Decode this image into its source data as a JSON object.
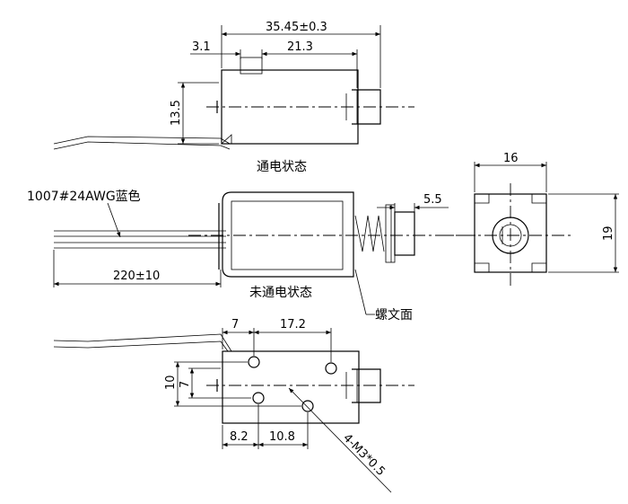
{
  "views": {
    "energized": {
      "caption": "通电状态",
      "dims": {
        "length": "35.45±0.3",
        "offset": "3.1",
        "inner": "21.3",
        "height": "13.5"
      }
    },
    "de_energized": {
      "caption": "未通电状态",
      "wire_label": "1007#24AWG蓝色",
      "lead_length": "220±10",
      "stroke": "5.5",
      "thread_label": "螺文面"
    },
    "end_view": {
      "width": "16",
      "height": "19"
    },
    "bottom_view": {
      "dims": {
        "a": "7",
        "b": "17.2",
        "c": "10",
        "d": "7",
        "e": "8.2",
        "f": "10.8"
      },
      "hole_label": "4-M3*0.5"
    }
  }
}
